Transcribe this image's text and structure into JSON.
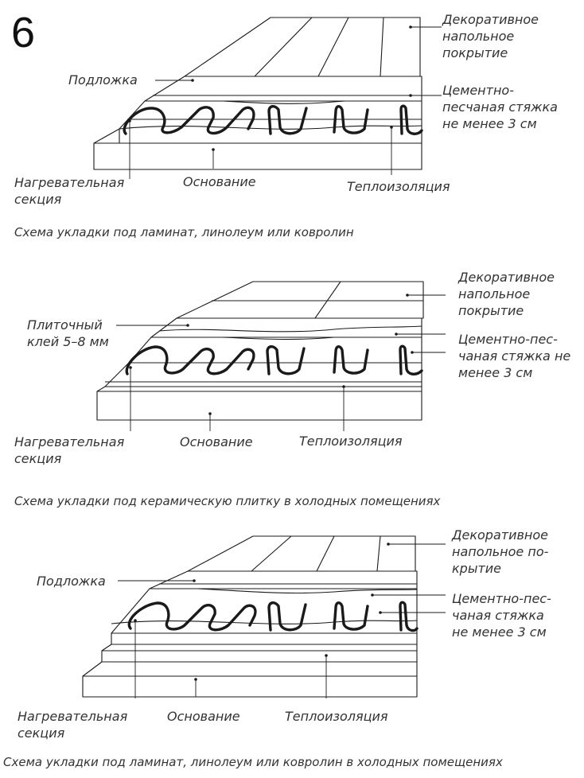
{
  "page_number": "6",
  "schemes": [
    {
      "labels": {
        "decor": [
          "Декоративное",
          "напольное",
          "покрытие"
        ],
        "underlay": [
          "Подложка"
        ],
        "screed": [
          "Цементно-",
          "песчаная стяжка",
          "не менее 3 см"
        ],
        "heating": [
          "Нагревательная",
          "секция"
        ],
        "base": [
          "Основание"
        ],
        "insulation": [
          "Теплоизоляция"
        ]
      },
      "caption": "Схема укладки под ламинат, линолеум или ковролин"
    },
    {
      "labels": {
        "decor": [
          "Декоративное",
          "напольное",
          "покрытие"
        ],
        "glue": [
          "Плиточный",
          "клей 5–8 мм"
        ],
        "screed": [
          "Цементно-пес-",
          "чаная стяжка не",
          "менее 3 см"
        ],
        "heating": [
          "Нагревательная",
          "секция"
        ],
        "base": [
          "Основание"
        ],
        "insulation": [
          "Теплоизоляция"
        ]
      },
      "caption": "Схема укладки под керамическую плитку в холодных помещениях"
    },
    {
      "labels": {
        "decor": [
          "Декоративное",
          "напольное по-",
          "крытие"
        ],
        "underlay": [
          "Подложка"
        ],
        "screed": [
          "Цементно-пес-",
          "чаная стяжка",
          "не менее 3 см"
        ],
        "heating": [
          "Нагревательная",
          "секция"
        ],
        "base": [
          "Основание"
        ],
        "insulation": [
          "Теплоизоляция"
        ]
      },
      "caption": "Схема укладки под ламинат, линолеум или ковролин в холодных помещениях"
    }
  ]
}
